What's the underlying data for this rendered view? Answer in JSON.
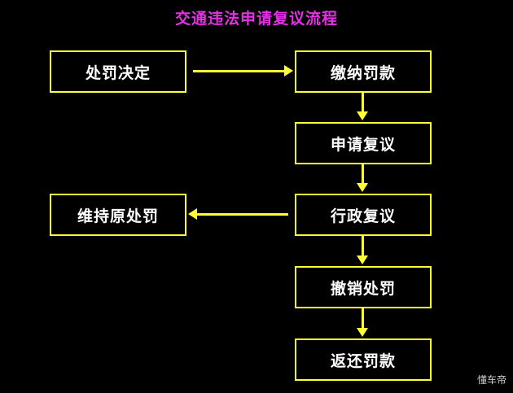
{
  "title": "交通违法申请复议流程",
  "colors": {
    "background": "#000000",
    "title": "#e531e5",
    "box_border": "#ffff33",
    "box_text": "#ffffff",
    "arrow": "#ffff33",
    "watermark": "#cfcfcf"
  },
  "nodes": [
    {
      "id": "punishment-decision",
      "label": "处罚决定"
    },
    {
      "id": "pay-fine",
      "label": "缴纳罚款"
    },
    {
      "id": "apply-review",
      "label": "申请复议"
    },
    {
      "id": "administrative-review",
      "label": "行政复议"
    },
    {
      "id": "uphold-punishment",
      "label": "维持原处罚"
    },
    {
      "id": "revoke-punishment",
      "label": "撤销处罚"
    },
    {
      "id": "refund-fine",
      "label": "返还罚款"
    }
  ],
  "edges": [
    {
      "id": "edge-decision-to-pay",
      "from": "处罚决定",
      "to": "缴纳罚款",
      "direction": "right"
    },
    {
      "id": "edge-pay-to-apply",
      "from": "缴纳罚款",
      "to": "申请复议",
      "direction": "down"
    },
    {
      "id": "edge-apply-to-admin",
      "from": "申请复议",
      "to": "行政复议",
      "direction": "down"
    },
    {
      "id": "edge-admin-to-uphold",
      "from": "行政复议",
      "to": "维持原处罚",
      "direction": "left"
    },
    {
      "id": "edge-admin-to-revoke",
      "from": "行政复议",
      "to": "撤销处罚",
      "direction": "down"
    },
    {
      "id": "edge-revoke-to-refund",
      "from": "撤销处罚",
      "to": "返还罚款",
      "direction": "down"
    }
  ],
  "watermark": "懂车帝"
}
